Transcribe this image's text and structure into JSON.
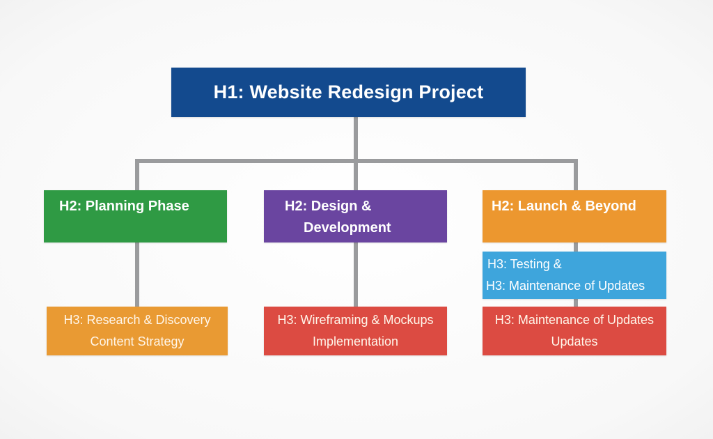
{
  "diagram": {
    "type": "hierarchy",
    "root": {
      "label": "H1: Website Redesign Project",
      "color": "#134a8e"
    },
    "branches": [
      {
        "label_lines": [
          "H2: Planning Phase"
        ],
        "color": "#2f9a44",
        "children": [
          {
            "label_lines": [
              "H3: Research & Discovery",
              "Content Strategy"
            ],
            "color": "#e99a33"
          }
        ]
      },
      {
        "label_lines": [
          "H2: Design &",
          "Development"
        ],
        "color": "#6a45a0",
        "children": [
          {
            "label_lines": [
              "H3: Wireframing & Mockups",
              "Implementation"
            ],
            "color": "#dc4b42"
          }
        ]
      },
      {
        "label_lines": [
          "H2: Launch & Beyond"
        ],
        "color": "#ec972f",
        "children": [
          {
            "label_lines": [
              "H3: Testing &",
              "H3: Maintenance of Updates"
            ],
            "color": "#3ea5dc"
          },
          {
            "label_lines": [
              "H3: Maintenance of Updates",
              "Updates"
            ],
            "color": "#dc4b42"
          }
        ]
      }
    ],
    "connector_color": "#9a9b9d"
  }
}
